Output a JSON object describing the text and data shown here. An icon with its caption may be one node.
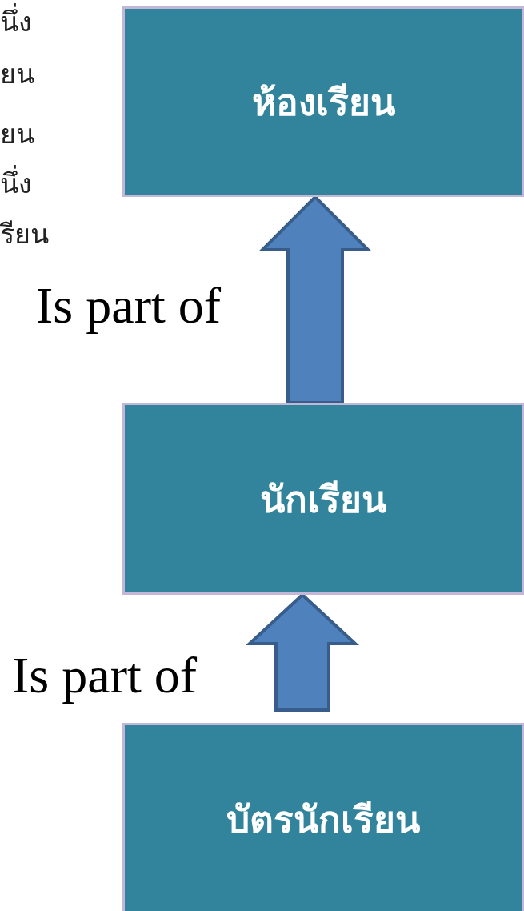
{
  "diagram": {
    "nodes": [
      {
        "text": [
          "ห้องเรียน"
        ]
      },
      {
        "text": [
          "นักเรียน"
        ]
      },
      {
        "text": [
          "บัตรนักเรียน"
        ]
      }
    ],
    "edges": [
      {
        "from": 1,
        "to": 0,
        "arrow": "to",
        "label": "Is part of"
      },
      {
        "from": 2,
        "to": 1,
        "arrow": "to",
        "label": "Is part of"
      }
    ],
    "labels": [
      "นึ่ง",
      "ยน",
      "ยน",
      "นึ่ง",
      "รียน"
    ]
  }
}
